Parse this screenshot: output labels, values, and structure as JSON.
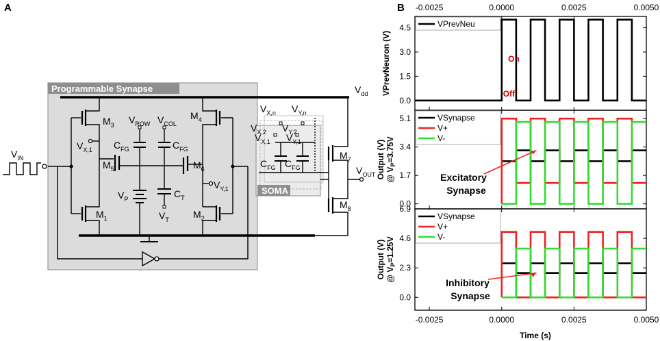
{
  "panel_a": {
    "letter": "A",
    "synapse_box_title": "Programmable Synapse",
    "soma_box_title": "SOMA",
    "labels": {
      "vdd": [
        "V",
        "dd"
      ],
      "vin": [
        "V",
        "IN"
      ],
      "vout": [
        "V",
        "OUT"
      ],
      "vp": [
        "V",
        "P"
      ],
      "vt": [
        "V",
        "T"
      ],
      "vrow": [
        "V",
        "ROW"
      ],
      "vcol": [
        "V",
        "COL"
      ],
      "vx1": [
        "V",
        "X,1"
      ],
      "vy1": [
        "V",
        "Y,1"
      ],
      "vxn": [
        "V",
        "X,n"
      ],
      "vyn": [
        "V",
        "Y,n"
      ],
      "vx2": [
        "V",
        "X,2"
      ],
      "vy2": [
        "V",
        "Y,2"
      ],
      "vx1s": [
        "V",
        "X,1"
      ],
      "vy1s": [
        "V",
        "Y,1"
      ],
      "cfg1": [
        "C",
        "FG"
      ],
      "cfg2": [
        "C",
        "FG"
      ],
      "cfg3": [
        "C",
        "FG"
      ],
      "cfg4": [
        "C",
        "FG"
      ],
      "ct": [
        "C",
        "T"
      ],
      "m1": [
        "M",
        "1"
      ],
      "m2": [
        "M",
        "2"
      ],
      "m3": [
        "M",
        "3"
      ],
      "m4": [
        "M",
        "4"
      ],
      "m5": [
        "M",
        "5"
      ],
      "m6": [
        "M",
        "6"
      ],
      "m7": [
        "M",
        "7"
      ],
      "m8": [
        "M",
        "8"
      ]
    }
  },
  "panel_b": {
    "letter": "B",
    "x_label": "Time (s)",
    "x_ticks": [
      "-0.0025",
      "0.0000",
      "0.0025",
      "0.0050"
    ],
    "top_x_ticks": [
      "-0.0025",
      "0.0000",
      "0.0025",
      "0.0050"
    ],
    "on_label": "On",
    "off_label": "Off",
    "excitatory_label": [
      "Excitatory",
      "Synapse"
    ],
    "inhibitory_label": [
      "Inhibitory",
      "Synapse"
    ],
    "colors": {
      "vprev": "#000000",
      "vsyn": "#000000",
      "vplus": "#ee2222",
      "vminus": "#33dd33",
      "arrow": "#ee2222"
    }
  },
  "chart_data": [
    {
      "type": "line",
      "title": "",
      "xlabel": "Time (s)",
      "ylabel": "VPrevNeuron (V)",
      "xlim": [
        -0.003,
        0.005
      ],
      "ylim": [
        -0.6,
        5.2
      ],
      "yticks": [
        "0.0",
        "1.5",
        "3.0",
        "4.5"
      ],
      "grid": false,
      "legend_position": "top-left",
      "series": [
        {
          "name": "VPrevNeu",
          "color": "#000000",
          "x": [
            -0.003,
            0.0,
            0.0,
            0.0005,
            0.0005,
            0.001,
            0.001,
            0.0015,
            0.0015,
            0.002,
            0.002,
            0.0025,
            0.0025,
            0.003,
            0.003,
            0.0035,
            0.0035,
            0.004,
            0.004,
            0.0045,
            0.0045,
            0.005
          ],
          "y": [
            0,
            0,
            5,
            5,
            0,
            0,
            5,
            5,
            0,
            0,
            5,
            5,
            0,
            0,
            5,
            5,
            0,
            0,
            5,
            5,
            0,
            0
          ]
        }
      ]
    },
    {
      "type": "line",
      "title": "",
      "xlabel": "Time (s)",
      "ylabel": "Output (V) @ VP=3.75V",
      "ylabel_parts": {
        "line1": "Output (V)",
        "line2_pre": "@ V",
        "line2_sub": "P",
        "line2_post": "=3.75V"
      },
      "xlim": [
        -0.003,
        0.005
      ],
      "ylim": [
        -0.3,
        5.6
      ],
      "yticks": [
        "0.0",
        "1.7",
        "3.4",
        "5.1"
      ],
      "grid": false,
      "legend_position": "top-left",
      "series": [
        {
          "name": "VSynapse",
          "color": "#000000",
          "x": [
            0.0,
            0.0005,
            0.0005,
            0.001,
            0.001,
            0.0015,
            0.0015,
            0.002,
            0.002,
            0.0025,
            0.0025,
            0.003,
            0.003,
            0.0035,
            0.0035,
            0.004,
            0.004,
            0.0045,
            0.0045,
            0.005
          ],
          "y": [
            2.55,
            2.55,
            3.2,
            3.2,
            2.55,
            2.55,
            3.2,
            3.2,
            2.55,
            2.55,
            3.2,
            3.2,
            2.55,
            2.55,
            3.2,
            3.2,
            2.55,
            2.55,
            3.2,
            3.2
          ]
        },
        {
          "name": "V+",
          "color": "#ee2222",
          "x": [
            0.0,
            0.0,
            0.0005,
            0.0005,
            0.001,
            0.001,
            0.0015,
            0.0015,
            0.002,
            0.002,
            0.0025,
            0.0025,
            0.003,
            0.003,
            0.0035,
            0.0035,
            0.004,
            0.004,
            0.0045,
            0.0045,
            0.005
          ],
          "y": [
            0.0,
            5.1,
            5.1,
            1.25,
            1.25,
            5.1,
            5.1,
            1.25,
            1.25,
            5.1,
            5.1,
            1.25,
            1.25,
            5.1,
            5.1,
            1.25,
            1.25,
            5.1,
            5.1,
            1.25,
            1.25
          ]
        },
        {
          "name": "V-",
          "color": "#33dd33",
          "x": [
            0.0,
            0.0,
            0.0005,
            0.0005,
            0.001,
            0.001,
            0.0015,
            0.0015,
            0.002,
            0.002,
            0.0025,
            0.0025,
            0.003,
            0.003,
            0.0035,
            0.0035,
            0.004,
            0.004,
            0.0045,
            0.0045,
            0.005
          ],
          "y": [
            0.0,
            0.0,
            0.0,
            4.9,
            4.9,
            0.0,
            0.0,
            4.9,
            4.9,
            0.0,
            0.0,
            4.9,
            4.9,
            0.0,
            0.0,
            4.9,
            4.9,
            0.0,
            0.0,
            4.9,
            4.9
          ]
        }
      ]
    },
    {
      "type": "line",
      "title": "",
      "xlabel": "Time (s)",
      "ylabel": "Output (V) @ VP=1.25V",
      "ylabel_parts": {
        "line1": "Output (V)",
        "line2_pre": "@ V",
        "line2_sub": "P",
        "line2_post": "=1.25V"
      },
      "xlim": [
        -0.003,
        0.005
      ],
      "ylim": [
        -1.0,
        6.9
      ],
      "yticks": [
        "0.0",
        "2.3",
        "4.6",
        "6.9"
      ],
      "grid": false,
      "legend_position": "top-left",
      "series": [
        {
          "name": "VSynapse",
          "color": "#000000",
          "x": [
            0.0,
            0.0005,
            0.0005,
            0.001,
            0.001,
            0.0015,
            0.0015,
            0.002,
            0.002,
            0.0025,
            0.0025,
            0.003,
            0.003,
            0.0035,
            0.0035,
            0.004,
            0.004,
            0.0045,
            0.0045,
            0.005
          ],
          "y": [
            2.65,
            2.65,
            1.9,
            1.9,
            2.65,
            2.65,
            1.9,
            1.9,
            2.65,
            2.65,
            1.9,
            1.9,
            2.65,
            2.65,
            1.9,
            1.9,
            2.65,
            2.65,
            1.9,
            1.9
          ]
        },
        {
          "name": "V+",
          "color": "#ee2222",
          "x": [
            0.0,
            0.0,
            0.0005,
            0.0005,
            0.001,
            0.001,
            0.0015,
            0.0015,
            0.002,
            0.002,
            0.0025,
            0.0025,
            0.003,
            0.003,
            0.0035,
            0.0035,
            0.004,
            0.004,
            0.0045,
            0.0045,
            0.005
          ],
          "y": [
            0.0,
            5.1,
            5.1,
            0.0,
            0.0,
            5.1,
            5.1,
            0.0,
            0.0,
            5.1,
            5.1,
            0.0,
            0.0,
            5.1,
            5.1,
            0.0,
            0.0,
            5.1,
            5.1,
            0.0,
            0.0
          ]
        },
        {
          "name": "V-",
          "color": "#33dd33",
          "x": [
            0.0,
            0.0,
            0.0005,
            0.0005,
            0.001,
            0.001,
            0.0015,
            0.0015,
            0.002,
            0.002,
            0.0025,
            0.0025,
            0.003,
            0.003,
            0.0035,
            0.0035,
            0.004,
            0.004,
            0.0045,
            0.0045,
            0.005
          ],
          "y": [
            0.0,
            0.0,
            0.0,
            3.8,
            3.8,
            0.0,
            0.0,
            3.8,
            3.8,
            0.0,
            0.0,
            3.8,
            3.8,
            0.0,
            0.0,
            3.8,
            3.8,
            0.0,
            0.0,
            3.8,
            3.8
          ]
        }
      ]
    }
  ]
}
